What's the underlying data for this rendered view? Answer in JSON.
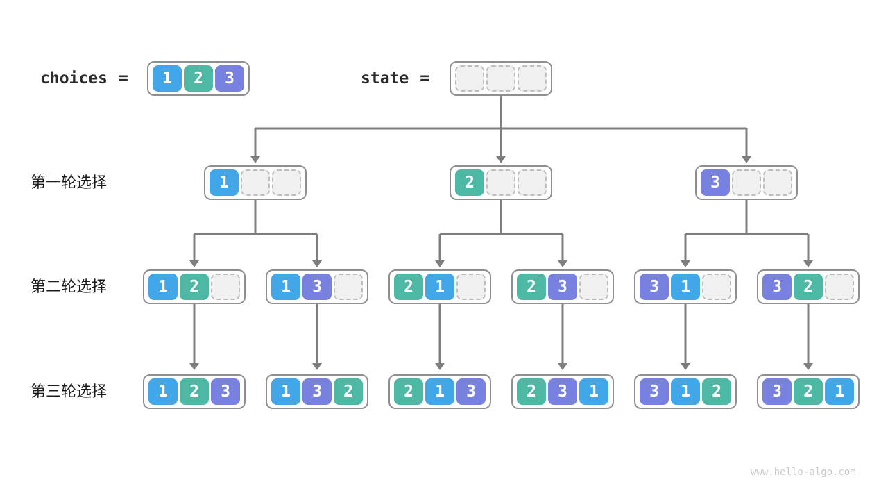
{
  "palette": {
    "1": "#41a7e9",
    "2": "#4db8a4",
    "3": "#7880e0",
    "empty_fill": "#f0f0f0",
    "empty_border": "#bdbdbd",
    "box_border": "#8f8f8f",
    "arrow": "#7e7e7e",
    "label_text": "#1b1b1b",
    "footer_text": "#c9c9c9"
  },
  "header": {
    "choices_label": "choices",
    "state_label": "state",
    "equals": "=",
    "choices": [
      "1",
      "2",
      "3"
    ],
    "state": [
      "",
      "",
      ""
    ]
  },
  "rows": [
    {
      "label": "第一轮选择",
      "boxes": [
        [
          "1",
          "",
          ""
        ],
        [
          "2",
          "",
          ""
        ],
        [
          "3",
          "",
          ""
        ]
      ]
    },
    {
      "label": "第二轮选择",
      "boxes": [
        [
          "1",
          "2",
          ""
        ],
        [
          "1",
          "3",
          ""
        ],
        [
          "2",
          "1",
          ""
        ],
        [
          "2",
          "3",
          ""
        ],
        [
          "3",
          "1",
          ""
        ],
        [
          "3",
          "2",
          ""
        ]
      ]
    },
    {
      "label": "第三轮选择",
      "boxes": [
        [
          "1",
          "2",
          "3"
        ],
        [
          "1",
          "3",
          "2"
        ],
        [
          "2",
          "1",
          "3"
        ],
        [
          "2",
          "3",
          "1"
        ],
        [
          "3",
          "1",
          "2"
        ],
        [
          "3",
          "2",
          "1"
        ]
      ]
    }
  ],
  "footer": {
    "url": "www.hello-algo.com"
  }
}
